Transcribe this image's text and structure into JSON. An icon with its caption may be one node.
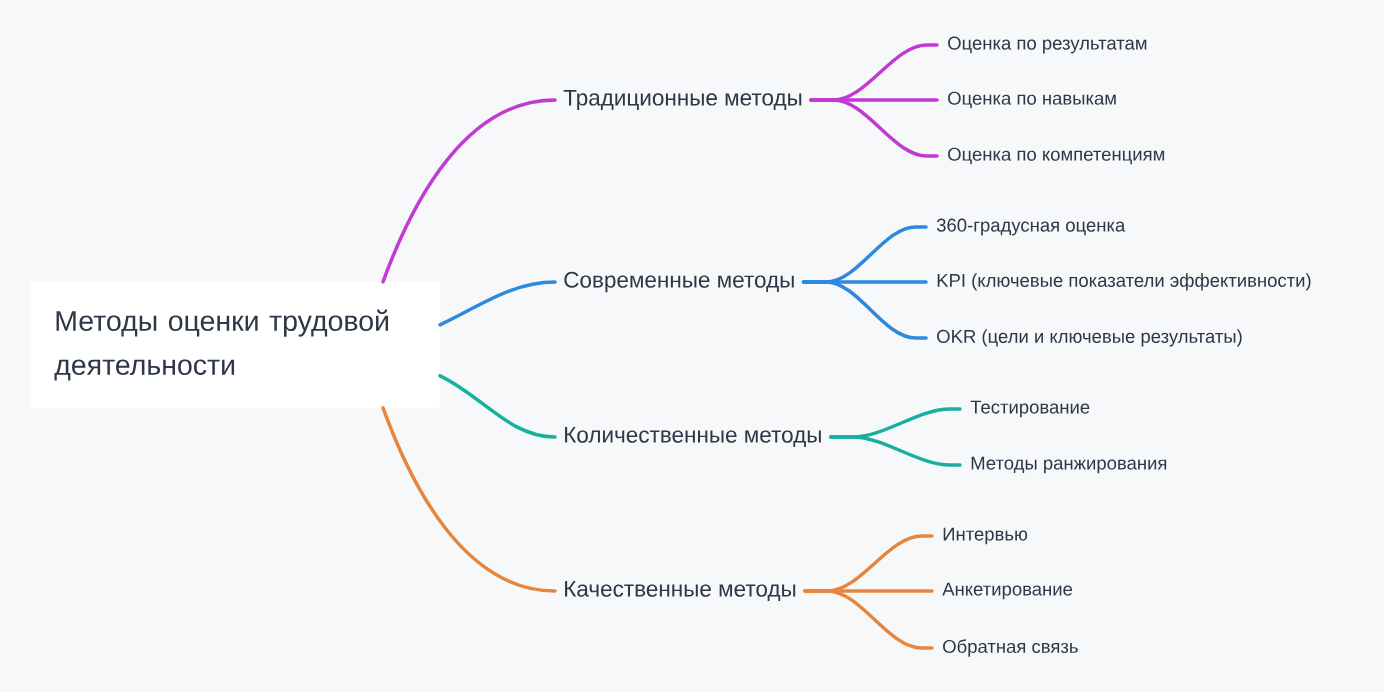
{
  "diagram": {
    "nodes": [
      {
        "text": [
          "Методы оценки трудовой деятельности"
        ]
      },
      {
        "text": [
          "Традиционные методы"
        ]
      },
      {
        "text": [
          "Оценка по результатам"
        ]
      },
      {
        "text": [
          "Оценка по навыкам"
        ]
      },
      {
        "text": [
          "Оценка по компетенциям"
        ]
      },
      {
        "text": [
          "Современные методы"
        ]
      },
      {
        "text": [
          "360-градусная оценка"
        ]
      },
      {
        "text": [
          "KPI (ключевые показатели эффективности)"
        ]
      },
      {
        "text": [
          "OKR (цели и ключевые результаты)"
        ]
      },
      {
        "text": [
          "Количественные методы"
        ]
      },
      {
        "text": [
          "Тестирование"
        ]
      },
      {
        "text": [
          "Методы ранжирования"
        ]
      },
      {
        "text": [
          "Качественные методы"
        ]
      },
      {
        "text": [
          "Интервью"
        ]
      },
      {
        "text": [
          "Анкетирование"
        ]
      },
      {
        "text": [
          "Обратная связь"
        ]
      }
    ],
    "edges": [
      {
        "from": 0,
        "to": 1,
        "arrow": "none",
        "color": "#c13bd2"
      },
      {
        "from": 1,
        "to": 2,
        "arrow": "none",
        "color": "#c13bd2"
      },
      {
        "from": 1,
        "to": 3,
        "arrow": "none",
        "color": "#c13bd2"
      },
      {
        "from": 1,
        "to": 4,
        "arrow": "none",
        "color": "#c13bd2"
      },
      {
        "from": 0,
        "to": 5,
        "arrow": "none",
        "color": "#2e88dc"
      },
      {
        "from": 5,
        "to": 6,
        "arrow": "none",
        "color": "#2e88dc"
      },
      {
        "from": 5,
        "to": 7,
        "arrow": "none",
        "color": "#2e88dc"
      },
      {
        "from": 5,
        "to": 8,
        "arrow": "none",
        "color": "#2e88dc"
      },
      {
        "from": 0,
        "to": 9,
        "arrow": "none",
        "color": "#17b09e"
      },
      {
        "from": 9,
        "to": 10,
        "arrow": "none",
        "color": "#17b09e"
      },
      {
        "from": 9,
        "to": 11,
        "arrow": "none",
        "color": "#17b09e"
      },
      {
        "from": 0,
        "to": 12,
        "arrow": "none",
        "color": "#e8853c"
      },
      {
        "from": 12,
        "to": 13,
        "arrow": "none",
        "color": "#e8853c"
      },
      {
        "from": 12,
        "to": 14,
        "arrow": "none",
        "color": "#e8853c"
      },
      {
        "from": 12,
        "to": 15,
        "arrow": "none",
        "color": "#e8853c"
      }
    ]
  }
}
